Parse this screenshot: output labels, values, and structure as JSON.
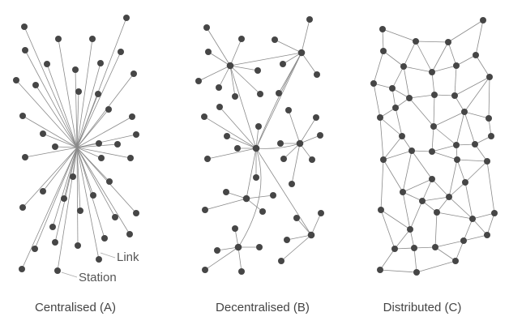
{
  "captions": {
    "centralised": "Centralised (A)",
    "decentralised": "Decentralised (B)",
    "distributed": "Distributed (C)"
  },
  "annotations": {
    "link": "Link",
    "station": "Station"
  },
  "colors": {
    "node": "#464646",
    "link": "#8a8a8a",
    "text": "#444444"
  }
}
